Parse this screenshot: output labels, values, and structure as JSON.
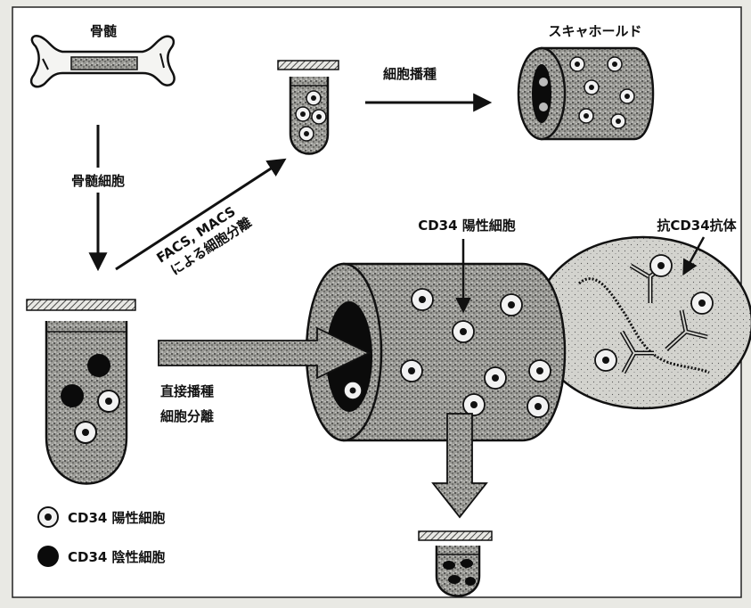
{
  "labels": {
    "bone_marrow": "骨髄",
    "scaffold": "スキャホールド",
    "bone_marrow_cells": "骨髄細胞",
    "cell_seeding": "細胞播種",
    "facs_line1": "FACS, MACS",
    "facs_line2": "による細胞分離",
    "cd34_positive_cells": "CD34 陽性細胞",
    "anti_cd34_antibody": "抗CD34抗体",
    "direct_seeding_line1": "直接播種",
    "direct_seeding_line2": "細胞分離"
  },
  "legend": {
    "positive": "CD34 陽性細胞",
    "negative": "CD34 陰性細胞"
  },
  "colors": {
    "background": "#e9e9e4",
    "outer_frame": "#ffffff",
    "stipple_fill": "#8d8d8d",
    "light_stipple": "#cfcfca",
    "dark": "#0b0b0b",
    "arrow_shaded": "#9a9a95"
  }
}
